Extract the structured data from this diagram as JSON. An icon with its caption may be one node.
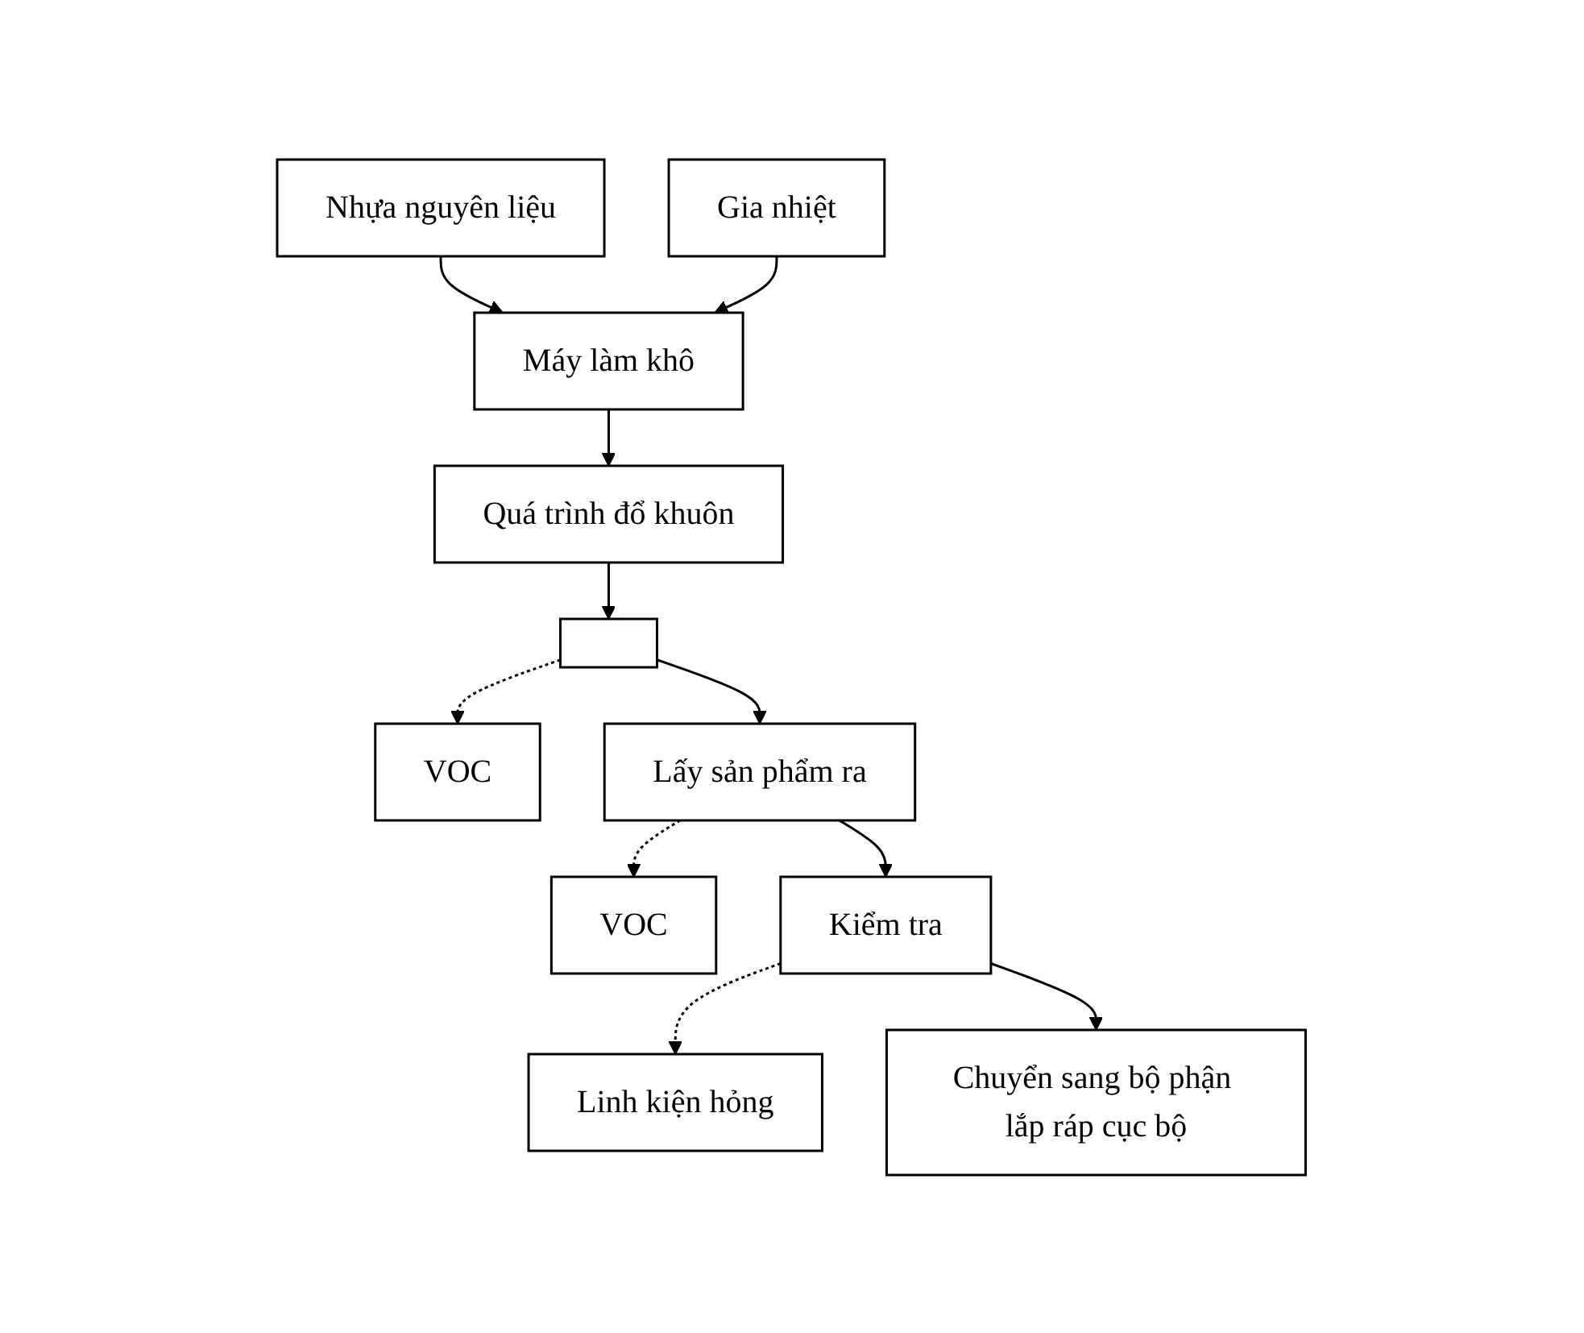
{
  "diagram": {
    "nodes": [
      {
        "text": [
          "Nhựa nguyên liệu"
        ]
      },
      {
        "text": [
          "Gia nhiệt"
        ]
      },
      {
        "text": [
          "Máy làm khô"
        ]
      },
      {
        "text": [
          "Quá trình đổ khuôn"
        ]
      },
      {
        "text": [],
        "shape": "box"
      },
      {
        "text": [
          "VOC"
        ]
      },
      {
        "text": [
          "Lấy sản phẩm ra"
        ]
      },
      {
        "text": [
          "VOC"
        ]
      },
      {
        "text": [
          "Kiểm tra"
        ]
      },
      {
        "text": [
          "Linh kiện hỏng"
        ]
      },
      {
        "text": [
          "Chuyển sang bộ phận lắp ráp cục bộ"
        ]
      }
    ],
    "edges": [
      {
        "from": 0,
        "to": 2,
        "arrow": "to"
      },
      {
        "from": 1,
        "to": 2,
        "arrow": "to"
      },
      {
        "from": 2,
        "to": 3,
        "arrow": "to"
      },
      {
        "from": 3,
        "to": 4,
        "arrow": "to"
      },
      {
        "from": 4,
        "to": 5,
        "arrow": "to",
        "style": "dashed"
      },
      {
        "from": 4,
        "to": 6,
        "arrow": "to"
      },
      {
        "from": 6,
        "to": 7,
        "arrow": "to",
        "style": "dashed"
      },
      {
        "from": 6,
        "to": 8,
        "arrow": "to"
      },
      {
        "from": 8,
        "to": 9,
        "arrow": "to",
        "style": "dashed"
      },
      {
        "from": 8,
        "to": 10,
        "arrow": "to"
      }
    ]
  }
}
